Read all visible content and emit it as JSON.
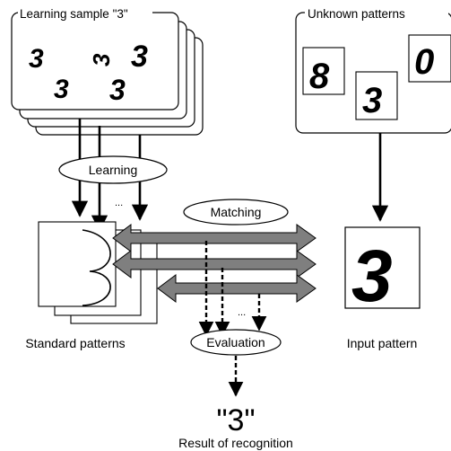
{
  "labels": {
    "learning_sample": "Learning sample \"3\"",
    "unknown_patterns": "Unknown patterns",
    "learning": "Learning",
    "matching": "Matching",
    "evaluation": "Evaluation",
    "standard_patterns": "Standard patterns",
    "input_pattern": "Input pattern",
    "result": "\"3\"",
    "result_caption": "Result of recognition",
    "ellipsis": "..."
  },
  "learning_sample_digits": [
    "3",
    "3",
    "3",
    "3",
    "3"
  ],
  "unknown_pattern_digits": [
    "8",
    "3",
    "0"
  ],
  "input_digit": "3",
  "colors": {
    "arrow_fill": "#7f7f7f",
    "line": "#000000",
    "background": "#ffffff"
  }
}
